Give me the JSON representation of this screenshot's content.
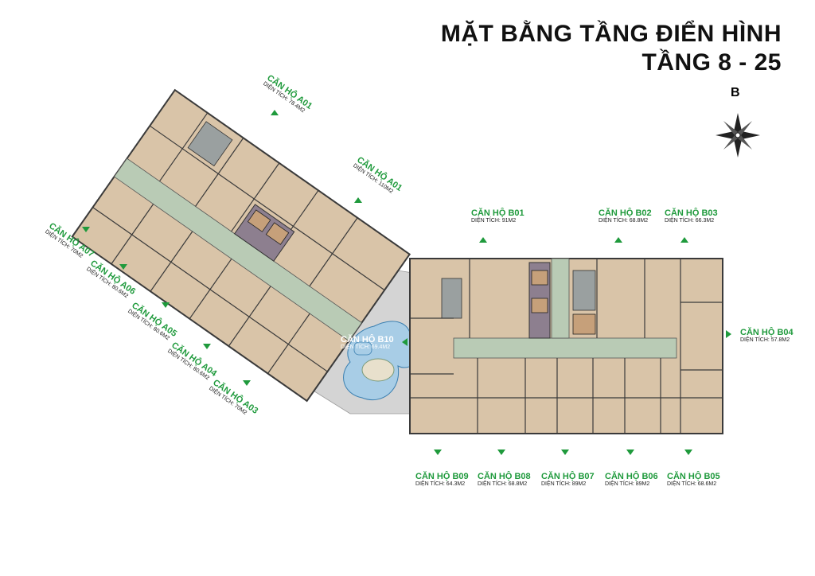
{
  "title": {
    "line1": "MẶT BẰNG TẦNG ĐIỂN HÌNH",
    "line2": "TẦNG 8 - 25"
  },
  "compass": {
    "north_letter": "B"
  },
  "colors": {
    "unit_fill": "#d9c4a8",
    "corridor": "#b9cbb5",
    "core": "#8d7f8f",
    "water": "#a8cde6",
    "courtyard": "#d4d4d4",
    "wall": "#3a3a3a",
    "label_green": "#1f9a3c"
  },
  "block_a_units": [
    {
      "name": "CĂN HỘ A01",
      "area": "DIỆN TÍCH: 78.4M2"
    },
    {
      "name": "CĂN HỘ A01",
      "area": "DIỆN TÍCH: 110M2"
    },
    {
      "name": "CĂN HỘ A07",
      "area": "DIỆN TÍCH: 70M2"
    },
    {
      "name": "CĂN HỘ A06",
      "area": "DIỆN TÍCH: 80.6M2"
    },
    {
      "name": "CĂN HỘ A05",
      "area": "DIỆN TÍCH: 80.6M2"
    },
    {
      "name": "CĂN HỘ A04",
      "area": "DIỆN TÍCH: 80.6M2"
    },
    {
      "name": "CĂN HỘ A03",
      "area": "DIỆN TÍCH: 70M2"
    }
  ],
  "block_b_top": [
    {
      "name": "CĂN HỘ B01",
      "area": "DIỆN TÍCH: 91M2"
    },
    {
      "name": "CĂN HỘ B02",
      "area": "DIỆN TÍCH: 68.8M2"
    },
    {
      "name": "CĂN HỘ B03",
      "area": "DIỆN TÍCH: 66.3M2"
    }
  ],
  "block_b_side": [
    {
      "name": "CĂN HỘ B04",
      "area": "DIỆN TÍCH: 57.8M2"
    },
    {
      "name": "CĂN HỘ B10",
      "area": "DIỆN TÍCH: 69.4M2"
    }
  ],
  "block_b_bottom": [
    {
      "name": "CĂN HỘ B09",
      "area": "DIỆN TÍCH: 64.3M2"
    },
    {
      "name": "CĂN HỘ B08",
      "area": "DIỆN TÍCH: 68.8M2"
    },
    {
      "name": "CĂN HỘ B07",
      "area": "DIỆN TÍCH: 89M2"
    },
    {
      "name": "CĂN HỘ B06",
      "area": "DIỆN TÍCH: 89M2"
    },
    {
      "name": "CĂN HỘ B05",
      "area": "DIỆN TÍCH: 68.6M2"
    }
  ]
}
